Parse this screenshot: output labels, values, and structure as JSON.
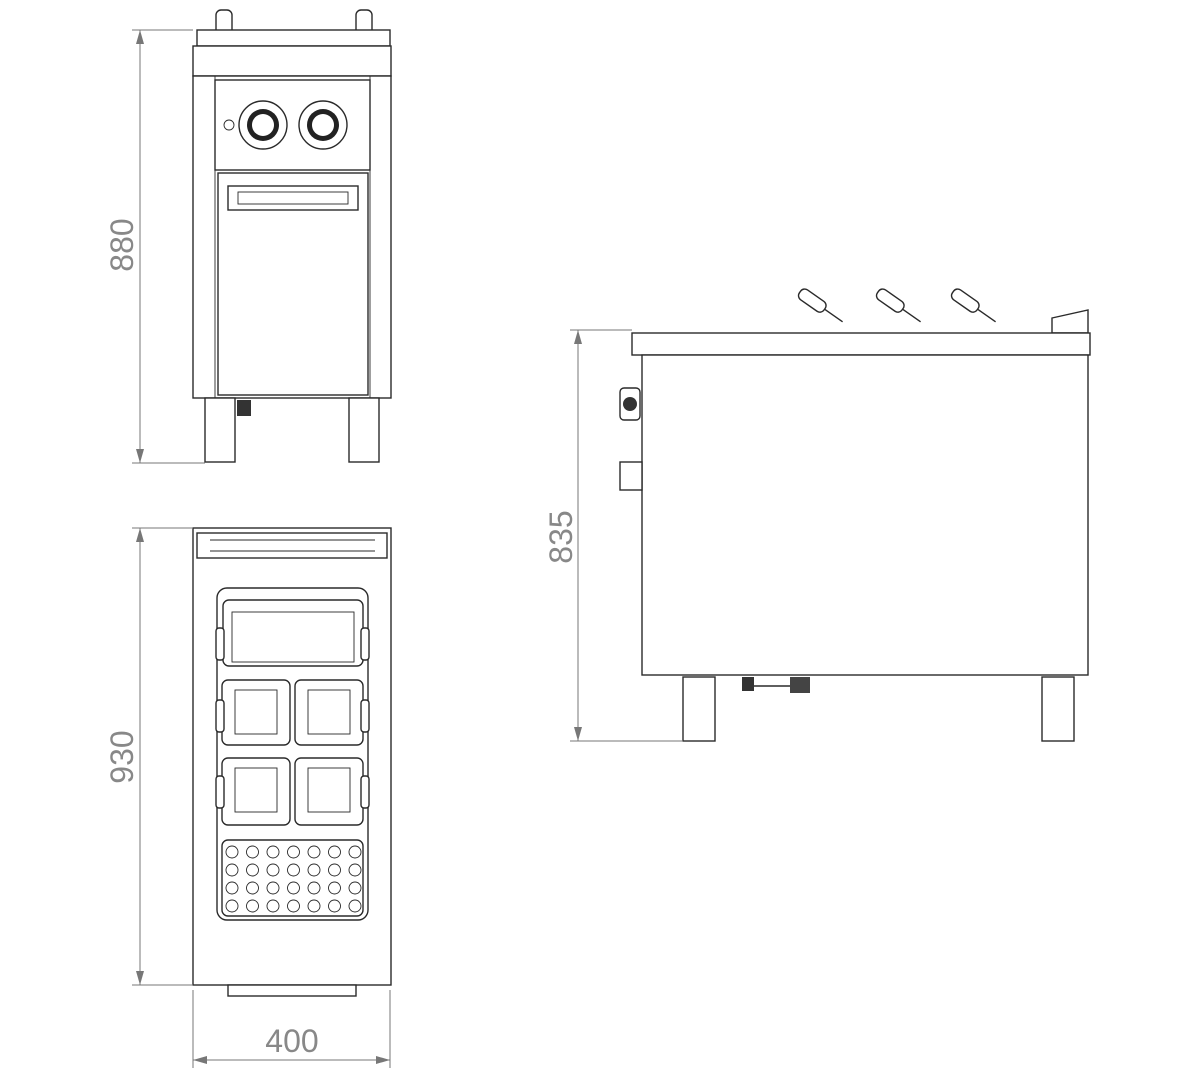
{
  "dimensions": {
    "front_height": "880",
    "top_depth": "930",
    "side_height": "835",
    "width": "400"
  },
  "views": [
    "front-view",
    "top-view",
    "side-view"
  ]
}
